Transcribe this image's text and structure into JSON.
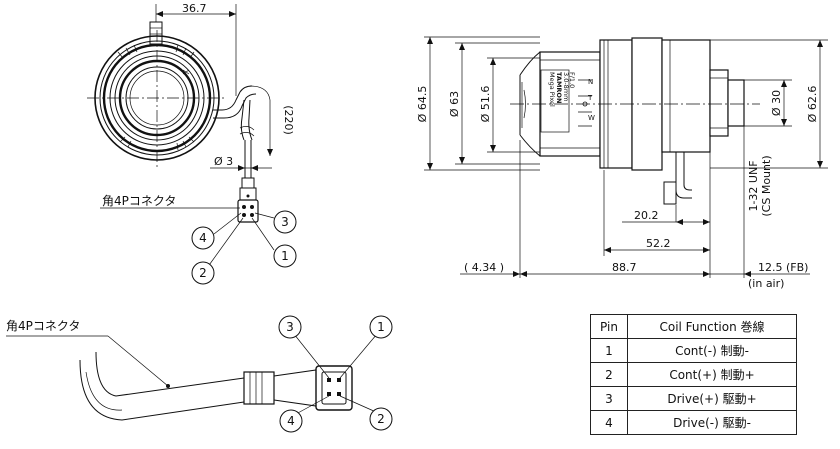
{
  "front_view": {
    "dim_width": "36.7",
    "dim_cable": "(220)",
    "dim_cable_dia": "Ø 3",
    "connector_label": "角4Pコネクタ",
    "pins": [
      "1",
      "2",
      "3",
      "4"
    ]
  },
  "side_view": {
    "dia_64_5": "Ø 64.5",
    "dia_63": "Ø 63",
    "dia_51_6": "Ø 51.6",
    "dia_30": "Ø 30",
    "dia_62_6": "Ø 62.6",
    "mount_line1": "1-32 UNF",
    "mount_line2": "(CS Mount)",
    "dim_20_2": "20.2",
    "dim_52_2": "52.2",
    "dim_4_34": "( 4.34 )",
    "dim_88_7": "88.7",
    "dim_12_5": "12.5 (FB)",
    "in_air": "(in air)",
    "ring_marks": [
      "N",
      "T",
      "W"
    ],
    "brand_lines": [
      "Mega Pixel",
      "TAMRON",
      "3.0-8mm",
      "F/1.0"
    ]
  },
  "connector_detail": {
    "label": "角4Pコネクタ",
    "pins": [
      "1",
      "2",
      "3",
      "4"
    ]
  },
  "pin_table": {
    "headers": [
      "Pin",
      "Coil Function 巻線"
    ],
    "rows": [
      {
        "pin": "1",
        "function": "Cont(-) 制動-"
      },
      {
        "pin": "2",
        "function": "Cont(+) 制動+"
      },
      {
        "pin": "3",
        "function": "Drive(+) 駆動+"
      },
      {
        "pin": "4",
        "function": "Drive(-) 駆動-"
      }
    ]
  }
}
